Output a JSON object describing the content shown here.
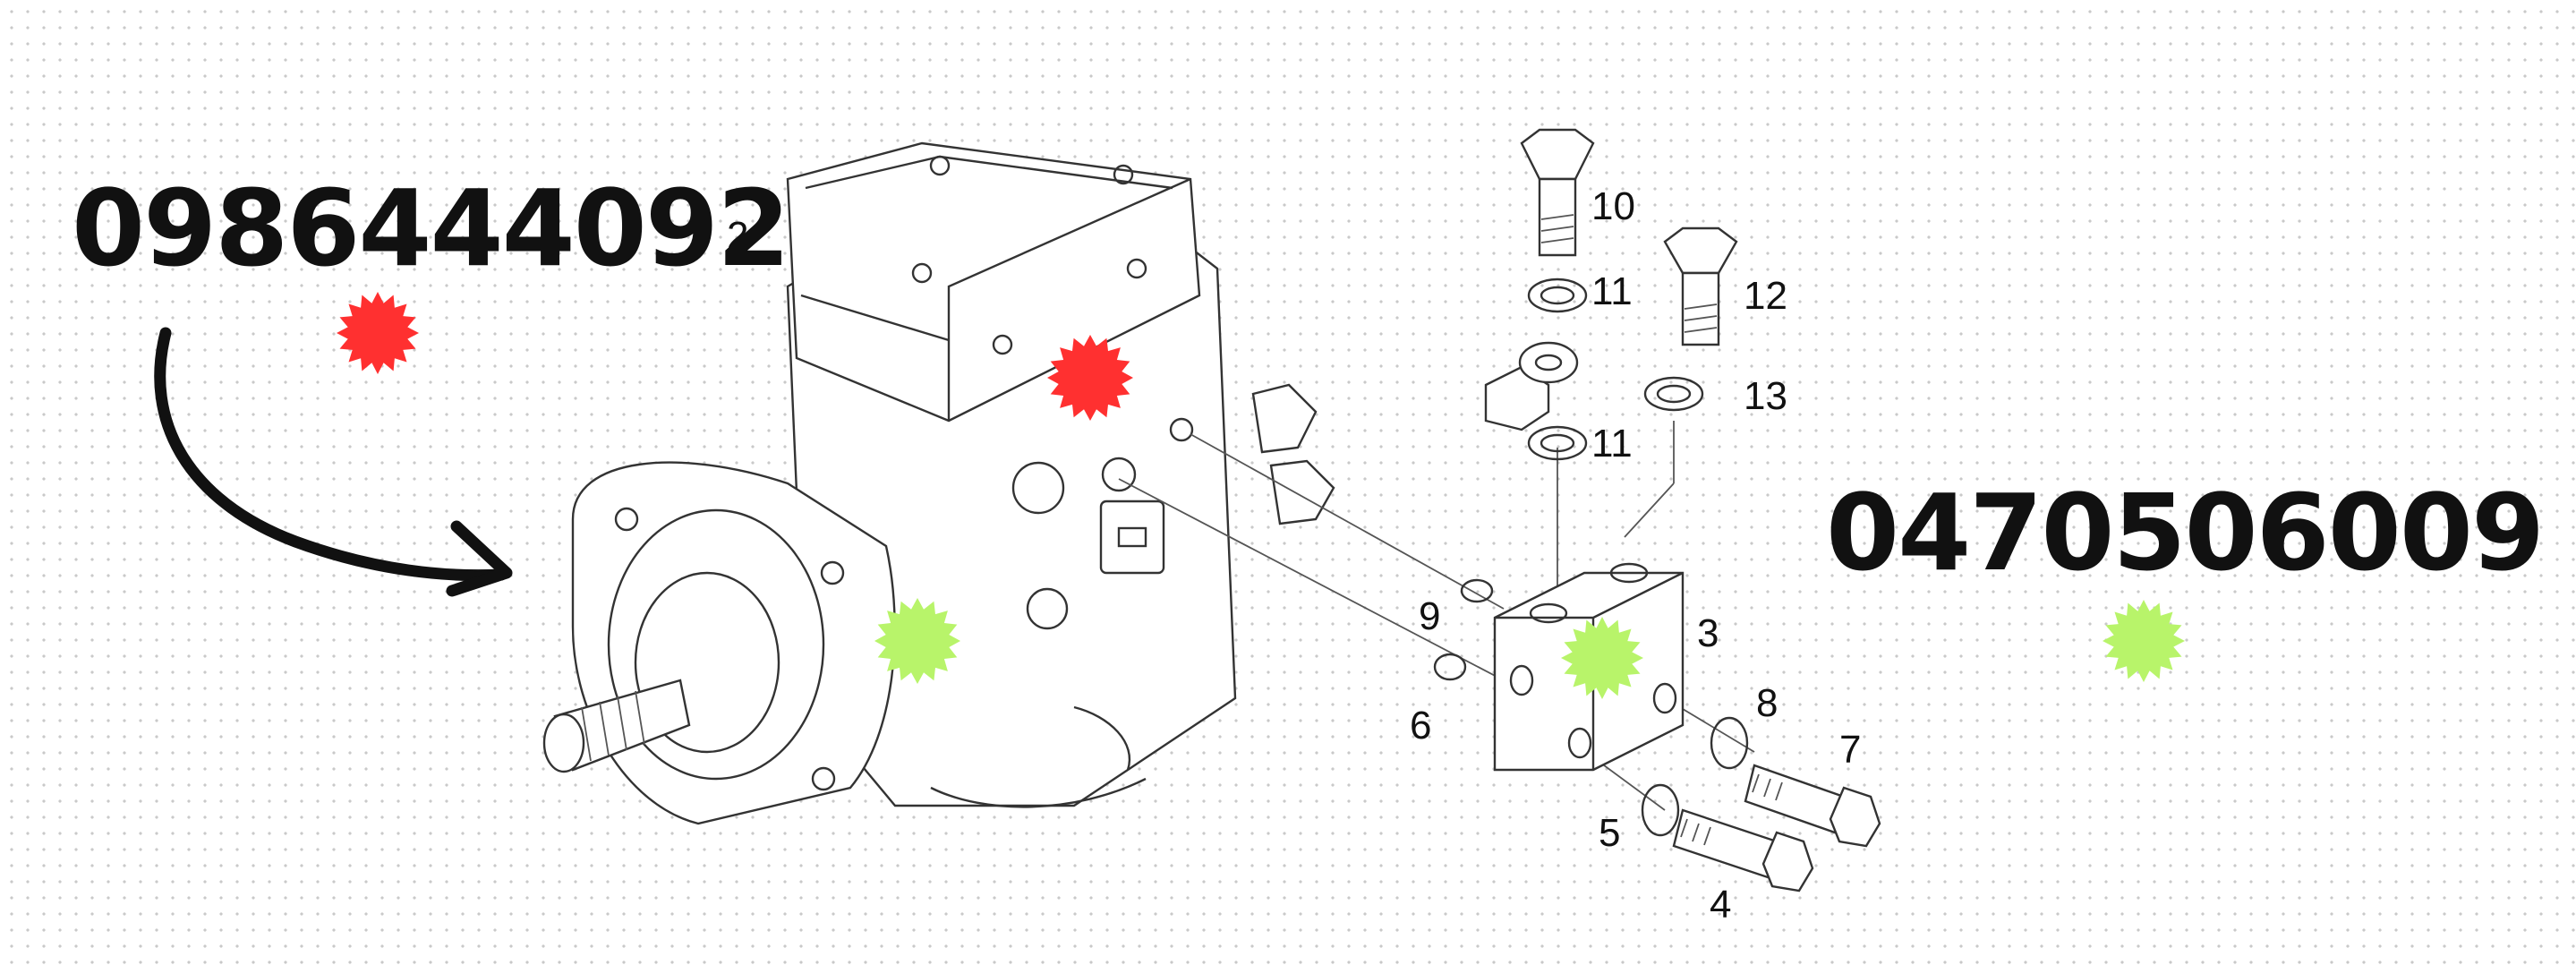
{
  "codes": {
    "left": "0986444092",
    "right": "0470506009"
  },
  "part_numbers": [
    "2",
    "10",
    "11",
    "12",
    "13",
    "11",
    "9",
    "3",
    "6",
    "8",
    "7",
    "5",
    "4"
  ],
  "markers": {
    "red": "#ff3030",
    "green": "#b8f46a"
  },
  "colors": {
    "ink": "#111111",
    "dots": "#c9c9c9"
  }
}
